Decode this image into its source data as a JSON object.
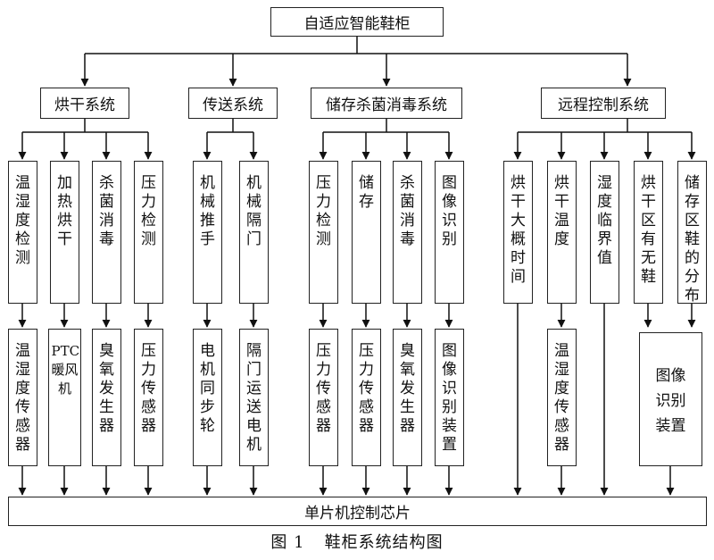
{
  "title": "自适应智能鞋柜",
  "bottom_bar": "单片机控制芯片",
  "caption": {
    "figure": "图 1",
    "text": "鞋柜系统结构图"
  },
  "systems": [
    {
      "name": "烘干系统",
      "functions": [
        "温湿度检测",
        "加热烘干",
        "杀菌消毒",
        "压力检测"
      ],
      "devices": [
        "温湿度传感器",
        "PTC暖风机",
        "臭氧发生器",
        "压力传感器"
      ]
    },
    {
      "name": "传送系统",
      "functions": [
        "机械推手",
        "机械隔门"
      ],
      "devices": [
        "电机同步轮",
        "隔门运送电机"
      ]
    },
    {
      "name": "储存杀菌消毒系统",
      "functions": [
        "压力检测",
        "储存",
        "杀菌消毒",
        "图像识别"
      ],
      "devices": [
        "压力传感器",
        "压力传感器",
        "臭氧发生器",
        "图像识别装置"
      ]
    },
    {
      "name": "远程控制系统",
      "functions": [
        "烘干大概时间",
        "烘干温度",
        "湿度临界值",
        "烘干区有无鞋",
        "储存区鞋的分布"
      ],
      "devices": [
        "",
        "温湿度传感器",
        "",
        "图像识别装置",
        ""
      ]
    }
  ]
}
